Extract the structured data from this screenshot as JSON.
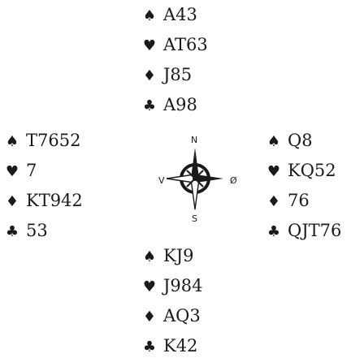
{
  "hands": {
    "north": [
      {
        "suit": "spades",
        "glyph": "♠",
        "cards": "A43"
      },
      {
        "suit": "hearts",
        "glyph": "♥",
        "cards": "AT63"
      },
      {
        "suit": "diamonds",
        "glyph": "♦",
        "cards": "J85"
      },
      {
        "suit": "clubs",
        "glyph": "♣",
        "cards": "A98"
      }
    ],
    "west": [
      {
        "suit": "spades",
        "glyph": "♠",
        "cards": "T7652"
      },
      {
        "suit": "hearts",
        "glyph": "♥",
        "cards": "7"
      },
      {
        "suit": "diamonds",
        "glyph": "♦",
        "cards": "KT942"
      },
      {
        "suit": "clubs",
        "glyph": "♣",
        "cards": "53"
      }
    ],
    "east": [
      {
        "suit": "spades",
        "glyph": "♠",
        "cards": "Q8"
      },
      {
        "suit": "hearts",
        "glyph": "♥",
        "cards": "KQ52"
      },
      {
        "suit": "diamonds",
        "glyph": "♦",
        "cards": "76"
      },
      {
        "suit": "clubs",
        "glyph": "♣",
        "cards": "QJT76"
      }
    ],
    "south": [
      {
        "suit": "spades",
        "glyph": "♠",
        "cards": "KJ9"
      },
      {
        "suit": "hearts",
        "glyph": "♥",
        "cards": "J984"
      },
      {
        "suit": "diamonds",
        "glyph": "♦",
        "cards": "AQ3"
      },
      {
        "suit": "clubs",
        "glyph": "♣",
        "cards": "K42"
      }
    ]
  },
  "compass": {
    "north": "N",
    "south": "S",
    "east": "Ø",
    "west": "V",
    "icon": "compass-rose-icon"
  }
}
